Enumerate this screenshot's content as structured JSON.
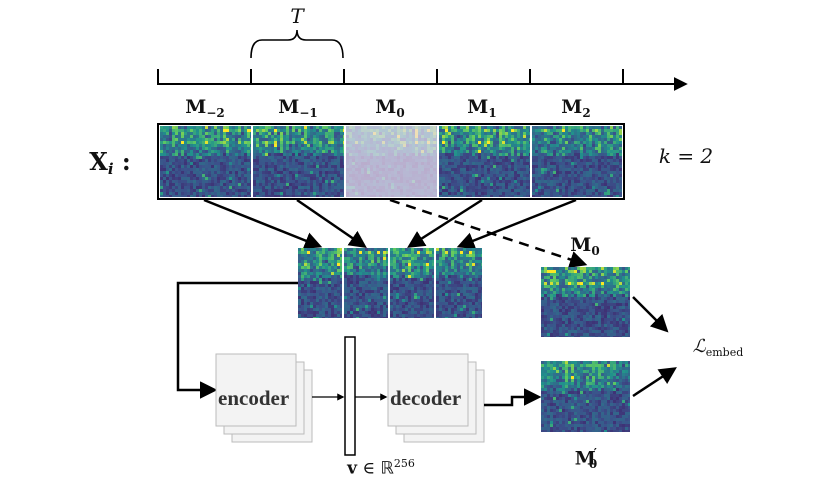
{
  "timeline": {
    "period_symbol": "T"
  },
  "segments": [
    {
      "symbol": "M",
      "sub": "−2"
    },
    {
      "symbol": "M",
      "sub": "−1"
    },
    {
      "symbol": "M",
      "sub": "0"
    },
    {
      "symbol": "M",
      "sub": "1"
    },
    {
      "symbol": "M",
      "sub": "2"
    }
  ],
  "input": {
    "symbol": "X",
    "sub": "i",
    "suffix": ":"
  },
  "context": {
    "text": "k = 2"
  },
  "target": {
    "symbol": "M",
    "sub": "0"
  },
  "reconstruction": {
    "symbol": "M",
    "sub": "0",
    "prime": "′"
  },
  "loss": {
    "symbol": "ℒ",
    "sub": "embed"
  },
  "encoder": {
    "label": "encoder"
  },
  "decoder": {
    "label": "decoder"
  },
  "embedding": {
    "symbol": "v",
    "relation": "∈",
    "space": "ℝ",
    "dim": "256"
  },
  "colors": {
    "viridis_dark": "#3b1f5a",
    "viridis_mid": "#2a8c8c",
    "viridis_bright": "#d4e33a",
    "block_fill": "#f3f3f3",
    "block_stroke": "#bbbbbb"
  }
}
